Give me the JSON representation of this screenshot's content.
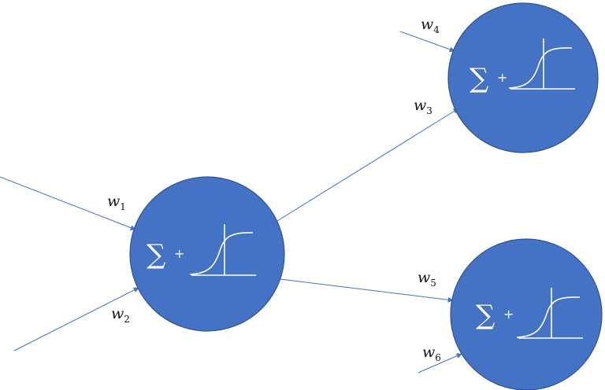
{
  "colors": {
    "neuron_fill": "#4472c4",
    "neuron_stroke": "#2f528f",
    "edge": "#4472c4",
    "text": "#111111"
  },
  "neuron": {
    "sum_symbol": "∑",
    "plus_symbol": "+",
    "activation_icon": "sigmoid-icon"
  },
  "weights": [
    {
      "var": "w",
      "sub": "1"
    },
    {
      "var": "w",
      "sub": "2"
    },
    {
      "var": "w",
      "sub": "3"
    },
    {
      "var": "w",
      "sub": "4"
    },
    {
      "var": "w",
      "sub": "5"
    },
    {
      "var": "w",
      "sub": "6"
    }
  ]
}
